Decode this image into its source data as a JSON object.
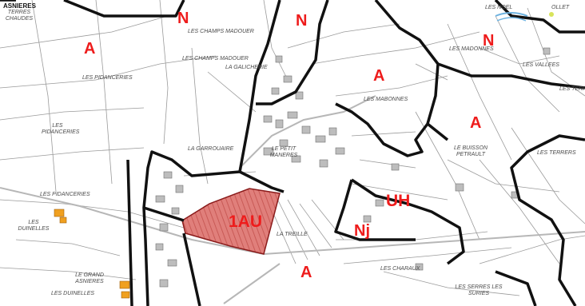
{
  "map": {
    "title": "ASNIERES",
    "zones": [
      {
        "id": "zone-a-1",
        "label": "A"
      },
      {
        "id": "zone-n-1",
        "label": "N"
      },
      {
        "id": "zone-n-2",
        "label": "N"
      },
      {
        "id": "zone-n-3",
        "label": "N"
      },
      {
        "id": "zone-a-2",
        "label": "A"
      },
      {
        "id": "zone-a-3",
        "label": "A"
      },
      {
        "id": "zone-uh",
        "label": "UH"
      },
      {
        "id": "zone-1au",
        "label": "1AU"
      },
      {
        "id": "zone-nj",
        "label": "Nj"
      },
      {
        "id": "zone-a-4",
        "label": "A"
      }
    ],
    "places": [
      "TERRES CHAUDES",
      "LES CHAMPS MADOUER",
      "LES CHAMPS MADOUER",
      "LA GALICHERIE",
      "LES PIDANCERIES",
      "LES PIDANCERIES",
      "LA GARROUAIRE",
      "LE PETIT MANERES",
      "LES MABONNES",
      "LES MADONNES",
      "LES VALLEES",
      "LES TERRERS",
      "LE BUISSON PETRAULT",
      "LES TERRERS",
      "LES PIDANCERIES",
      "LES DUINELLES",
      "LA TREILLE",
      "LES CHARAUX",
      "LE GRAND ASNIERES",
      "LES DUINELLES",
      "LES SERRES LES SURIES",
      "LES NOEL",
      "OLLET"
    ],
    "colors": {
      "zone_label": "#ee1c1c",
      "zone_boundary": "#111111",
      "parcel_line": "#8c8c8c",
      "au_fill": "#e07f7b",
      "au_stroke": "#8a1b1b",
      "equipment": "#f0a020"
    }
  }
}
